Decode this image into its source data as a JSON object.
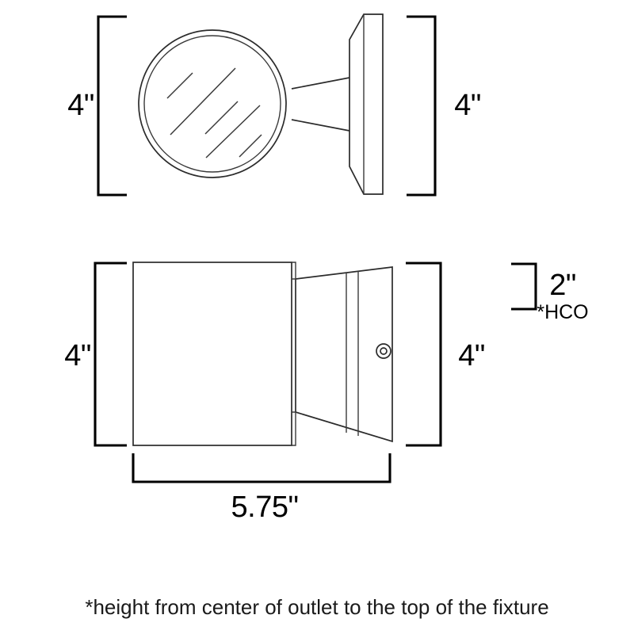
{
  "drawing": {
    "title": "Wall sconce fixture dimension drawing",
    "background_color": "#ffffff",
    "line_color": "#2b2b2b",
    "dimension_color": "#000000",
    "views": [
      {
        "name": "front-elevation-view",
        "description": "Round glass lens head on tapered arm with wall backplate, viewed from the front",
        "height_dimension_left": "4\"",
        "height_dimension_right": "4\""
      },
      {
        "name": "side-profile-view",
        "description": "Cylinder body in profile with wall backplate and mounting screw",
        "height_dimension_left": "4\"",
        "height_dimension_right": "4\"",
        "projection_dimension": "5.75\"",
        "outlet_height_dimension": "2\"",
        "outlet_height_note": "*HCO"
      }
    ],
    "dimensions": {
      "top_left_height": "4\"",
      "top_right_height": "4\"",
      "bottom_left_height": "4\"",
      "bottom_right_height": "4\"",
      "width": "5.75\"",
      "outlet_offset": "2\"",
      "outlet_offset_note": "*HCO"
    },
    "footnote": "*height from center of outlet to the top of the fixture"
  }
}
